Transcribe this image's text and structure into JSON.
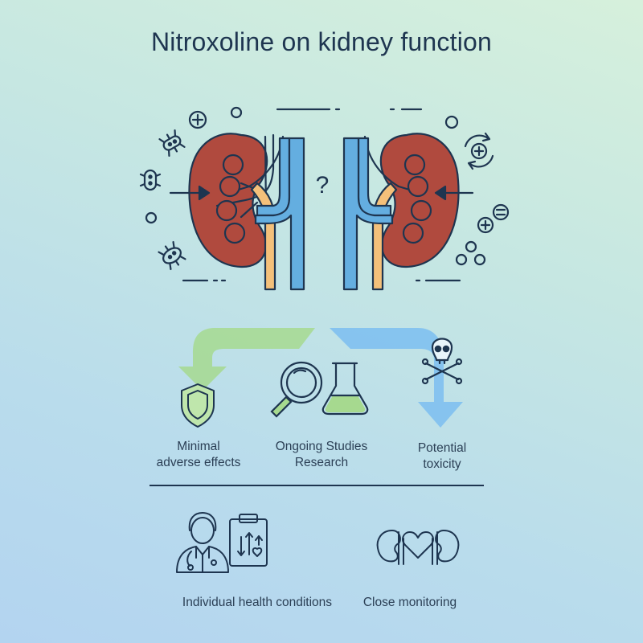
{
  "title": "Nitroxoline on kidney function",
  "question_mark": "?",
  "outcomes": {
    "left": {
      "line1": "Minimal",
      "line2": "adverse effects"
    },
    "center": {
      "line1": "Ongoing Studies",
      "line2": "Research"
    },
    "right": {
      "line1": "Potential",
      "line2": "toxicity"
    }
  },
  "considerations": {
    "left": "Individual health conditions",
    "right": "Close monitoring"
  },
  "colors": {
    "kidney": "#b04a3e",
    "vessel_blue": "#64aee0",
    "ureter_orange": "#f4c07a",
    "arrow_green": "#a6d98f",
    "arrow_blue": "#80c0ef",
    "ink": "#1e3550"
  },
  "icons": [
    "bacteria-icon",
    "plus-circle-icon",
    "cycle-icon",
    "shield-icon",
    "magnifier-icon",
    "flask-icon",
    "skull-icon",
    "doctor-icon",
    "clipboard-icon",
    "kidney-heart-icon"
  ]
}
